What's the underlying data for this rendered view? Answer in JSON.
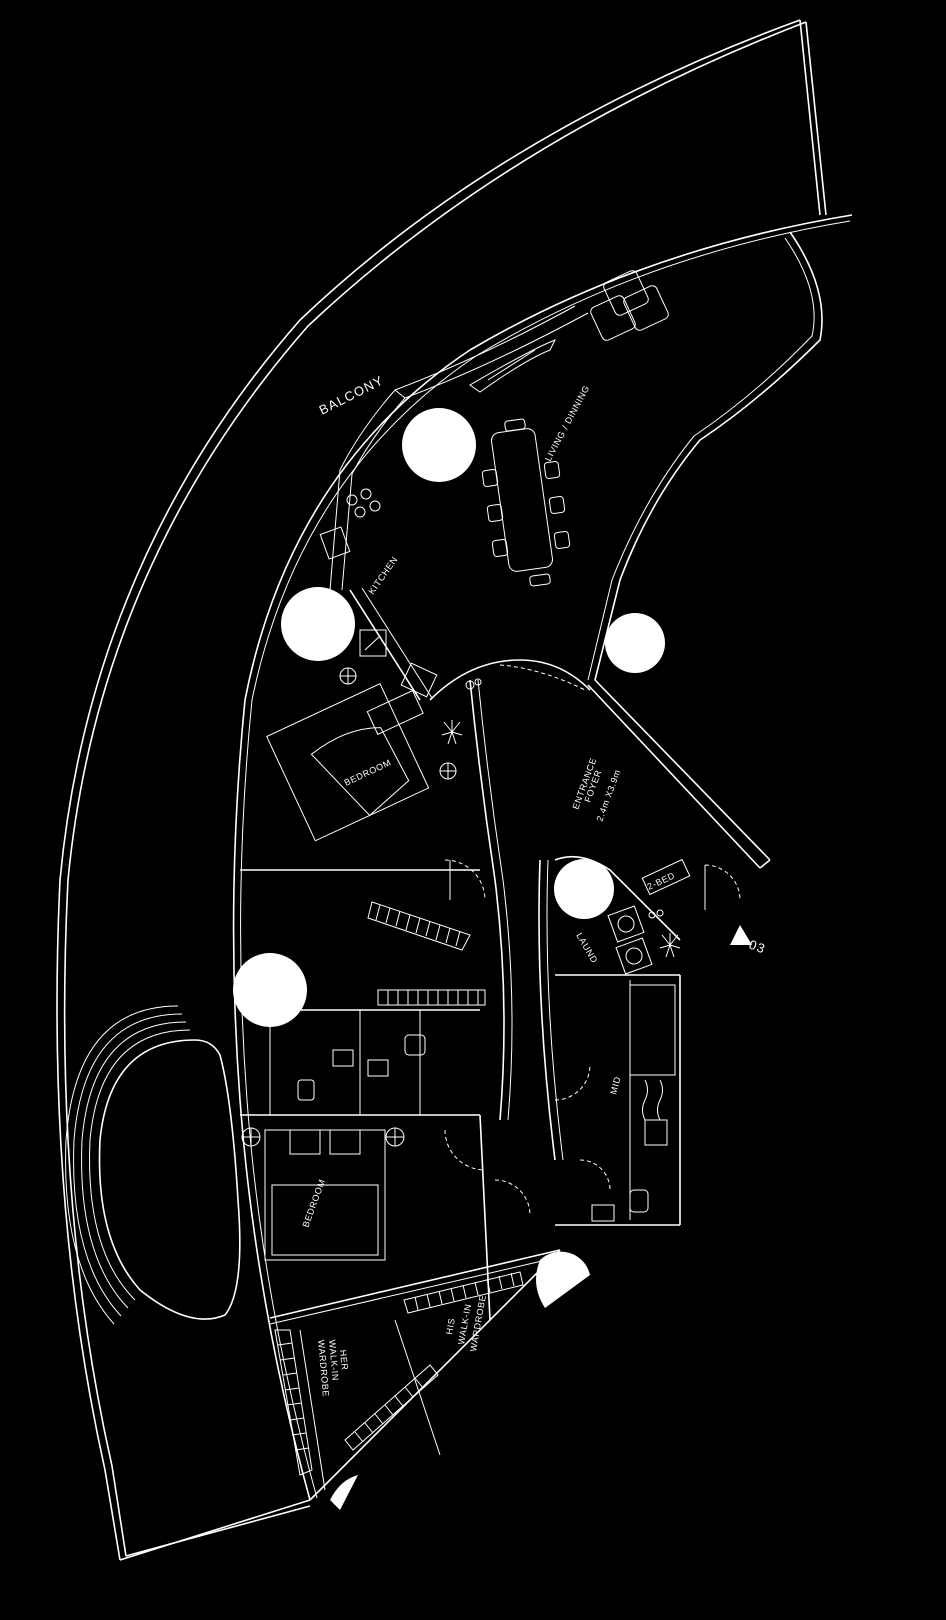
{
  "rooms": {
    "balcony": "BALCONY",
    "living": "LIVING / DINNING",
    "kitchen": "KITCHEN",
    "bedroom_top": "BEDROOM",
    "foyer_line1": "ENTRANCE",
    "foyer_line2": "FOYER",
    "foyer_size": "2.4m X3.9m",
    "unit_tag": "2-BED",
    "laundry": "LAUND",
    "maid": "MID",
    "bedroom_bottom": "BEDROOM",
    "her_line1": "HER",
    "her_line2": "WALK-IN",
    "her_line3": "WARDROBE",
    "his_line1": "HIS",
    "his_line2": "WALK-IN",
    "his_line3": "WARDROBE",
    "unit_number": "03"
  },
  "colors": {
    "background": "#000000",
    "lines": "#ffffff",
    "markers": "#ffffff"
  }
}
